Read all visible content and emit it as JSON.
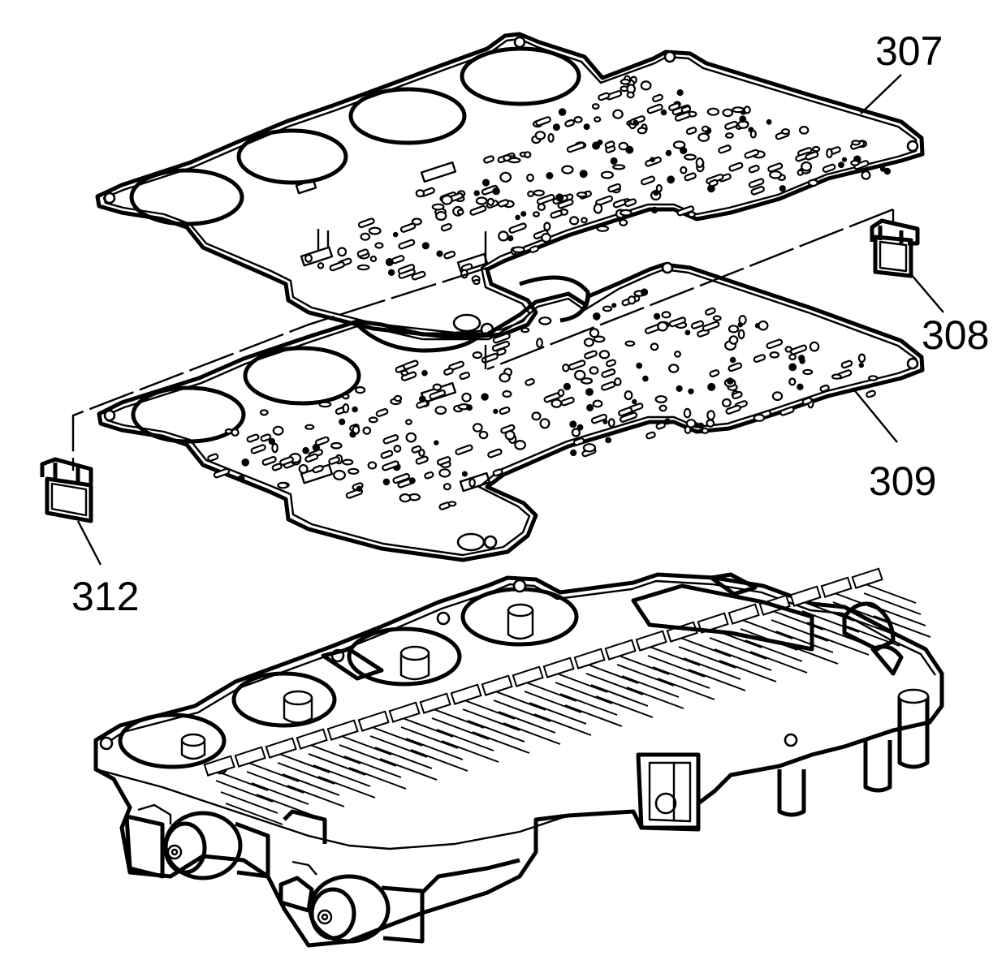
{
  "callouts": [
    {
      "id": "gasket-upper",
      "label": "307"
    },
    {
      "id": "screen-right",
      "label": "308"
    },
    {
      "id": "gasket-lower",
      "label": "309"
    },
    {
      "id": "screen-left",
      "label": "312"
    }
  ]
}
